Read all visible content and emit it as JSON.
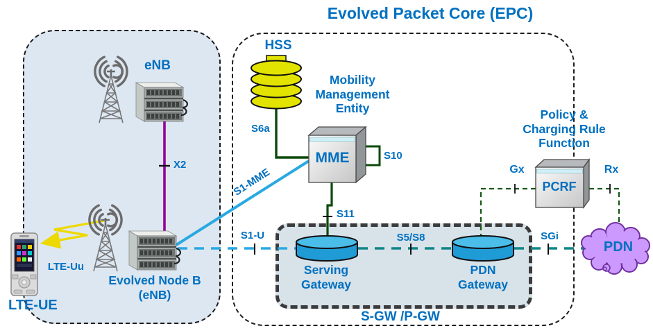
{
  "title": "Evolved Packet Core (EPC)",
  "eutran": {
    "enb_top_label": "eNB",
    "enb_bottom_label": "Evolved Node B\n(eNB)",
    "ue_label": "LTE-UE"
  },
  "epc": {
    "hss_label": "HSS",
    "mme_box_label": "MME",
    "mme_caption": "Mobility\nManagement\nEntity",
    "pcrf_box_label": "PCRF",
    "pcrf_caption": "Policy &\nCharging Rule\nFunction",
    "serving_gw_label": "Serving\nGateway",
    "pdn_gw_label": "PDN\nGateway",
    "sgw_pgw_group_label": "S-GW /P-GW",
    "pdn_cloud_label": "PDN"
  },
  "interfaces": {
    "x2": "X2",
    "lte_uu": "LTE-Uu",
    "s1_mme": "S1-MME",
    "s1_u": "S1-U",
    "s6a": "S6a",
    "s10": "S10",
    "s11": "S11",
    "s5_s8": "S5/S8",
    "sgi": "SGi",
    "gx": "Gx",
    "rx": "Rx"
  },
  "colors": {
    "label_blue": "#0070C0",
    "s1_line_cyan": "#29A9E2",
    "dark_green": "#0B4A0B",
    "teal": "#0F8585",
    "x2_purple": "#95009A",
    "lte_uu_yellow": "#EDD900",
    "hss_yellow": "#E3E300",
    "gateway_blue": "#1F9BD6",
    "gateway_top_blue": "#4ABDE9",
    "cloud_fill": "#CC99FF",
    "cloud_border": "#7030A0",
    "eutran_fill": "#DDE7F2",
    "sgw_box_fill": "#D7E2E9"
  }
}
